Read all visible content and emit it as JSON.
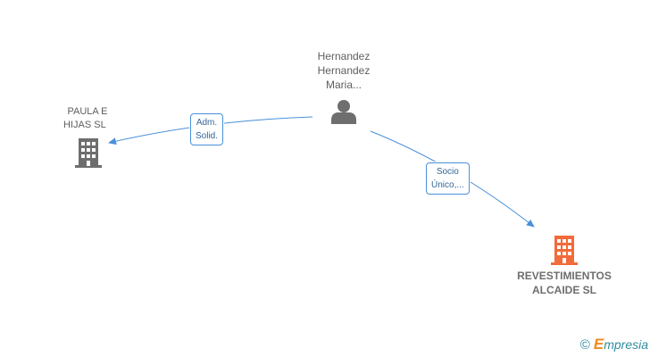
{
  "nodes": {
    "person": {
      "line1": "Hernandez",
      "line2": "Hernandez",
      "line3": "Maria..."
    },
    "company_left": {
      "line1": "PAULA E",
      "line2": "HIJAS SL"
    },
    "company_main": {
      "line1": "REVESTIMIENTOS",
      "line2": "ALCAIDE SL"
    }
  },
  "edges": {
    "to_left": {
      "line1": "Adm.",
      "line2": "Solid."
    },
    "to_main": {
      "line1": "Socio",
      "line2": "Único,..."
    }
  },
  "colors": {
    "edge": "#4a90d9",
    "company_gray": "#6e6e6e",
    "company_main": "#f26b3a",
    "person": "#6e6e6e"
  },
  "footer": {
    "copyright": "©",
    "brand_e": "E",
    "brand_rest": "mpresia"
  },
  "icons": [
    "person-icon",
    "building-icon",
    "building-icon"
  ]
}
